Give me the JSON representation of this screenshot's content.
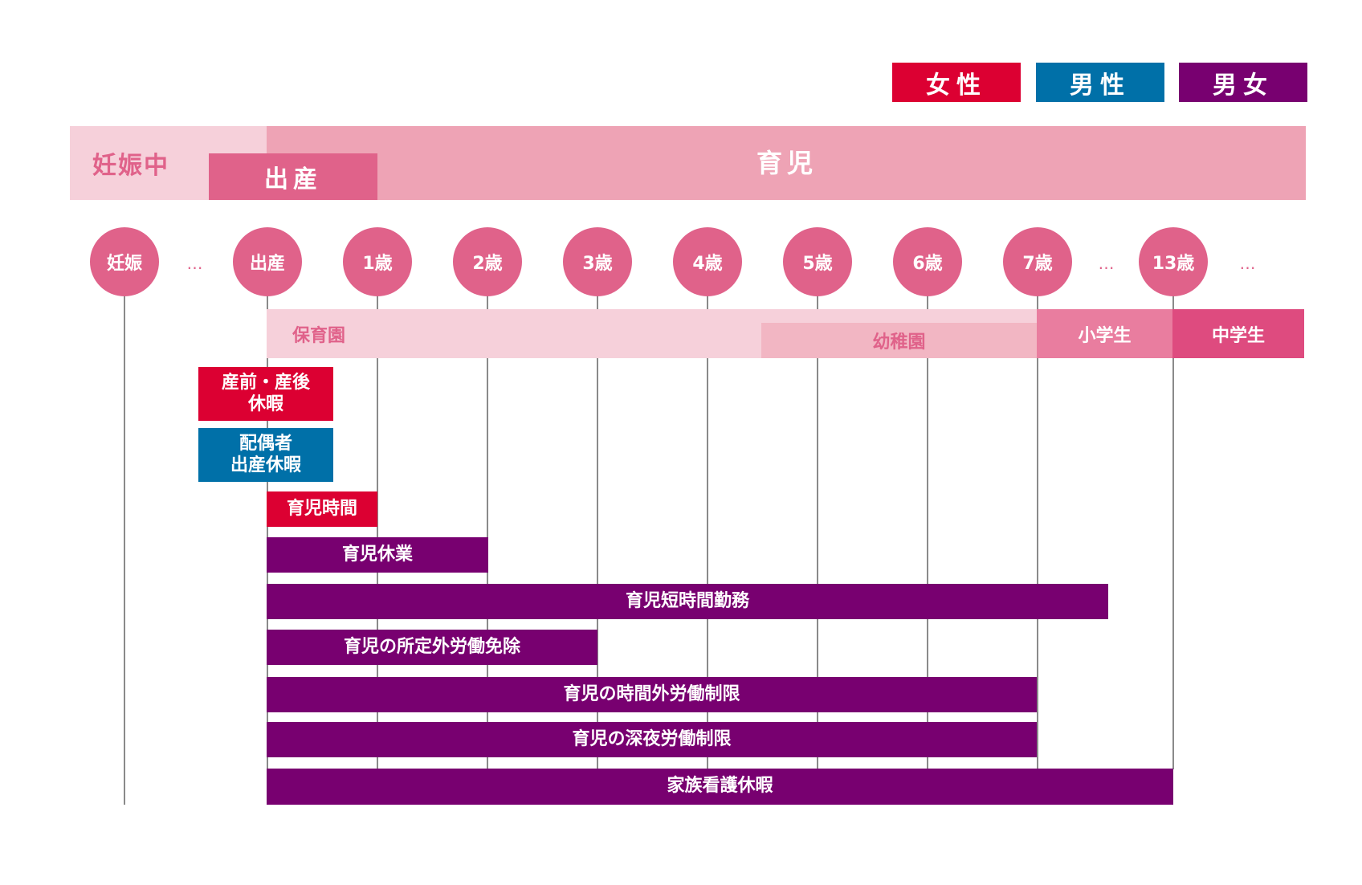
{
  "legend": [
    {
      "label": "女性",
      "color": "#dc0032"
    },
    {
      "label": "男性",
      "color": "#0070a8"
    },
    {
      "label": "男女",
      "color": "#780070"
    }
  ],
  "phases": {
    "pregnancy": "妊娠中",
    "birth": "出産",
    "childcare": "育児"
  },
  "milestones": [
    "妊娠",
    "出産",
    "1歳",
    "2歳",
    "3歳",
    "4歳",
    "5歳",
    "6歳",
    "7歳",
    "13歳"
  ],
  "ellipsis": "…",
  "schools": {
    "nursery": "保育園",
    "kindergarten": "幼稚園",
    "elementary": "小学生",
    "junior_high": "中学生"
  },
  "programs": [
    {
      "label": "産前・産後\n休暇",
      "audience": "女性"
    },
    {
      "label": "配偶者\n出産休暇",
      "audience": "男性"
    },
    {
      "label": "育児時間",
      "audience": "女性"
    },
    {
      "label": "育児休業",
      "audience": "男女"
    },
    {
      "label": "育児短時間勤務",
      "audience": "男女"
    },
    {
      "label": "育児の所定外労働免除",
      "audience": "男女"
    },
    {
      "label": "育児の時間外労働制限",
      "audience": "男女"
    },
    {
      "label": "育児の深夜労働制限",
      "audience": "男女"
    },
    {
      "label": "家族看護休暇",
      "audience": "男女"
    }
  ]
}
